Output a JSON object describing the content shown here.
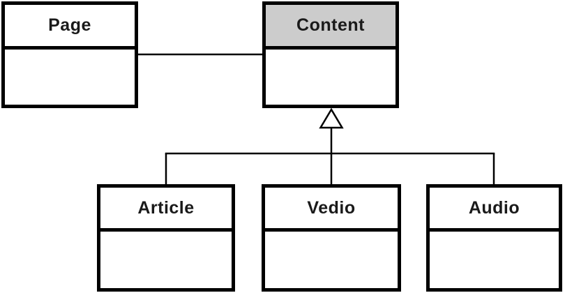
{
  "diagram": {
    "type": "uml-class-diagram",
    "classes": [
      {
        "id": "page",
        "label": "Page",
        "header_fill": "#ffffff",
        "attributes": [],
        "methods": []
      },
      {
        "id": "content",
        "label": "Content",
        "header_fill": "#cccccc",
        "attributes": [],
        "methods": []
      },
      {
        "id": "article",
        "label": "Article",
        "header_fill": "#ffffff",
        "attributes": [],
        "methods": []
      },
      {
        "id": "vedio",
        "label": "Vedio",
        "header_fill": "#ffffff",
        "attributes": [],
        "methods": []
      },
      {
        "id": "audio",
        "label": "Audio",
        "header_fill": "#ffffff",
        "attributes": [],
        "methods": []
      }
    ],
    "relationships": [
      {
        "type": "association",
        "from": "page",
        "to": "content"
      },
      {
        "type": "generalization",
        "parent": "content",
        "children": [
          "article",
          "vedio",
          "audio"
        ],
        "marker": "hollow-triangle"
      }
    ],
    "colors": {
      "border": "#000000",
      "line": "#000000",
      "shaded_header": "#cccccc",
      "background": "#ffffff",
      "text": "#1a1a1a"
    }
  }
}
